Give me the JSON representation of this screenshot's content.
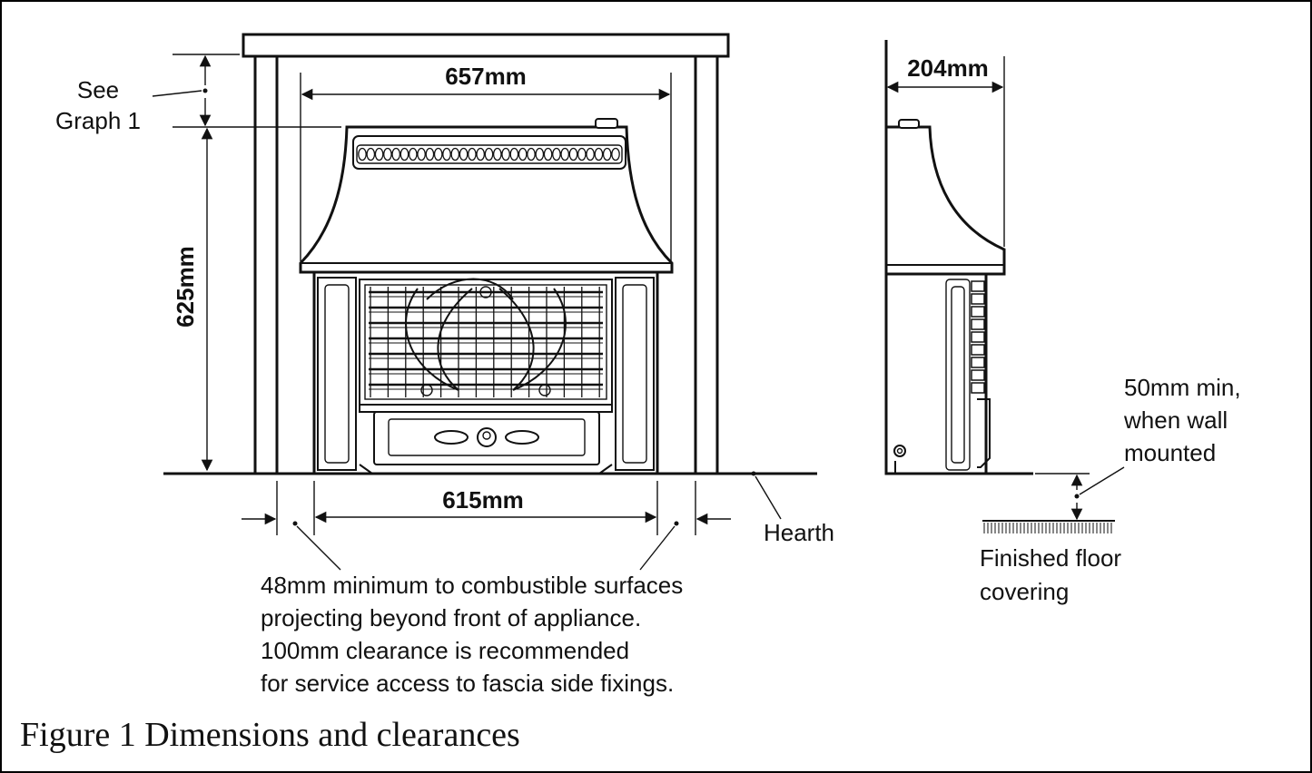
{
  "labels": {
    "see_graph": [
      "See",
      "Graph 1"
    ],
    "dim_width_top": "657mm",
    "dim_height": "625mm",
    "dim_width_bottom": "615mm",
    "dim_depth": "204mm",
    "hearth": "Hearth",
    "wall_mount_note": [
      "50mm min,",
      "when wall",
      "mounted"
    ],
    "floor_note": [
      "Finished floor",
      "covering"
    ],
    "clearance_note": [
      "48mm minimum to combustible surfaces",
      "projecting beyond front of appliance.",
      "100mm clearance is recommended",
      "for service access to fascia side fixings."
    ]
  },
  "caption": "Figure 1 Dimensions and clearances"
}
